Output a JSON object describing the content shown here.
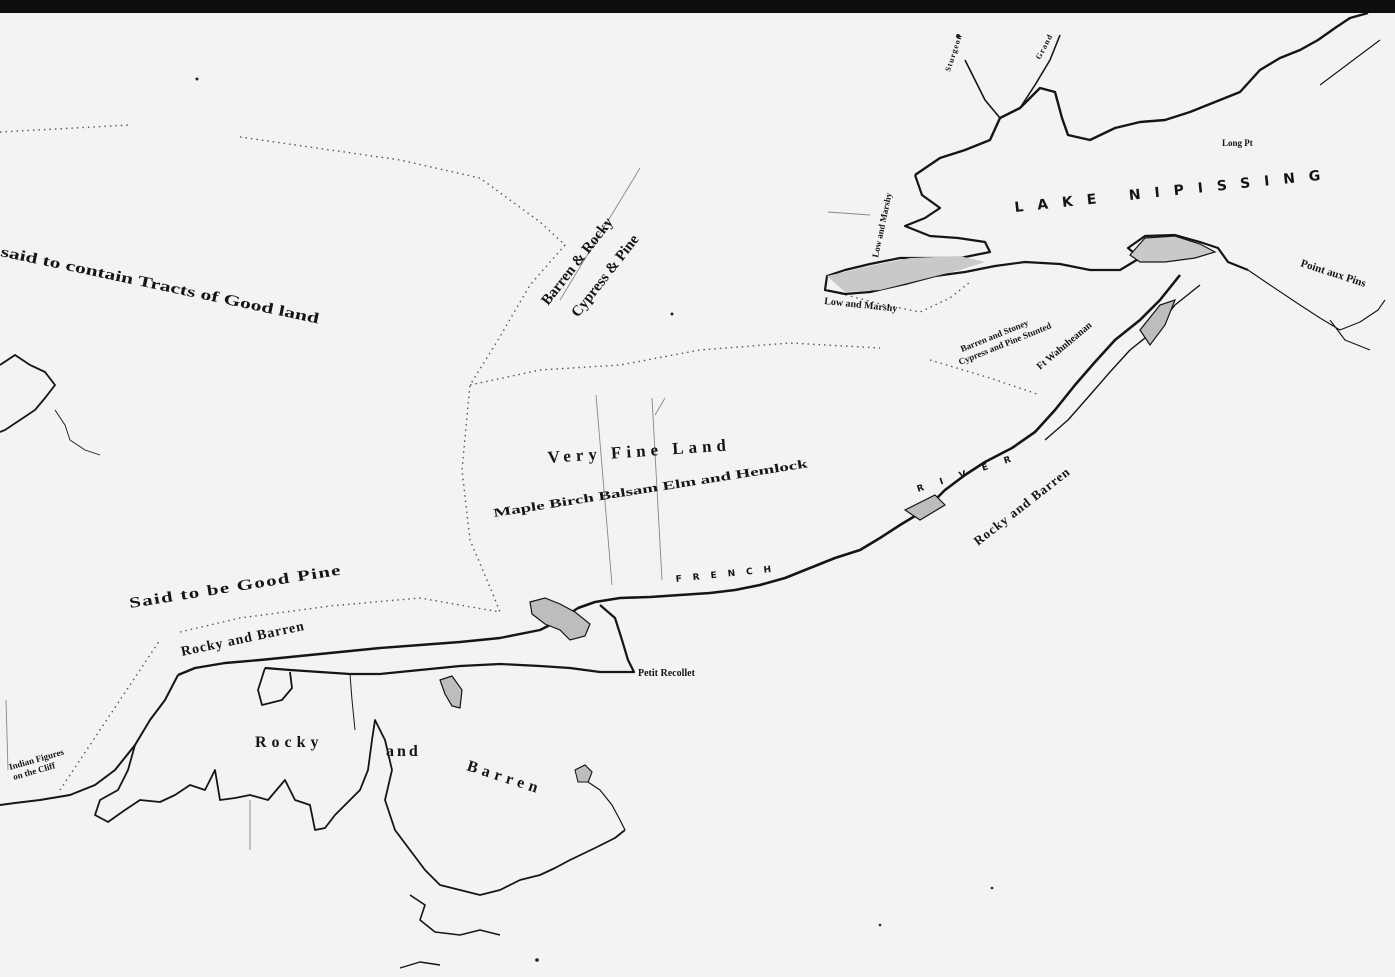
{
  "labels": {
    "tracts_good_land": "said to contain Tracts of Good land",
    "barren_rocky_1": "Barren & Rocky",
    "barren_rocky_2": "Cypress & Pine",
    "lake_nipissing": "LAKE NIPISSING",
    "low_marshy_1": "Low and Marshy",
    "low_marshy_2": "Low and Marshy",
    "long_point": "Long Pt",
    "point_aux_pins": "Point aux Pins",
    "barren_stoney_1": "Barren and Stoney",
    "barren_stoney_2": "Cypress and Pine Stunted",
    "ft_wahnheanan": "Ft Wahnheanan",
    "very_fine_land": "Very Fine Land",
    "maple_birch": "Maple Birch Balsam Elm and Hemlock",
    "river": "RIVER",
    "french": "FRENCH",
    "rocky_barren_right": "Rocky and Barren",
    "said_good_pine": "Said to be Good Pine",
    "rocky_barren_left": "Rocky and Barren",
    "petit_recollet": "Petit Recollet",
    "rocky": "Rocky",
    "and": "and",
    "barren": "Barren",
    "indian_figures_1": "Indian Figures",
    "indian_figures_2": "on the Cliff",
    "top_stream_1": "Sturgeon",
    "top_stream_2": "Grand"
  },
  "colors": {
    "paper": "#f3f3f3",
    "ink": "#151515",
    "water_fill": "#c9c9c9"
  }
}
